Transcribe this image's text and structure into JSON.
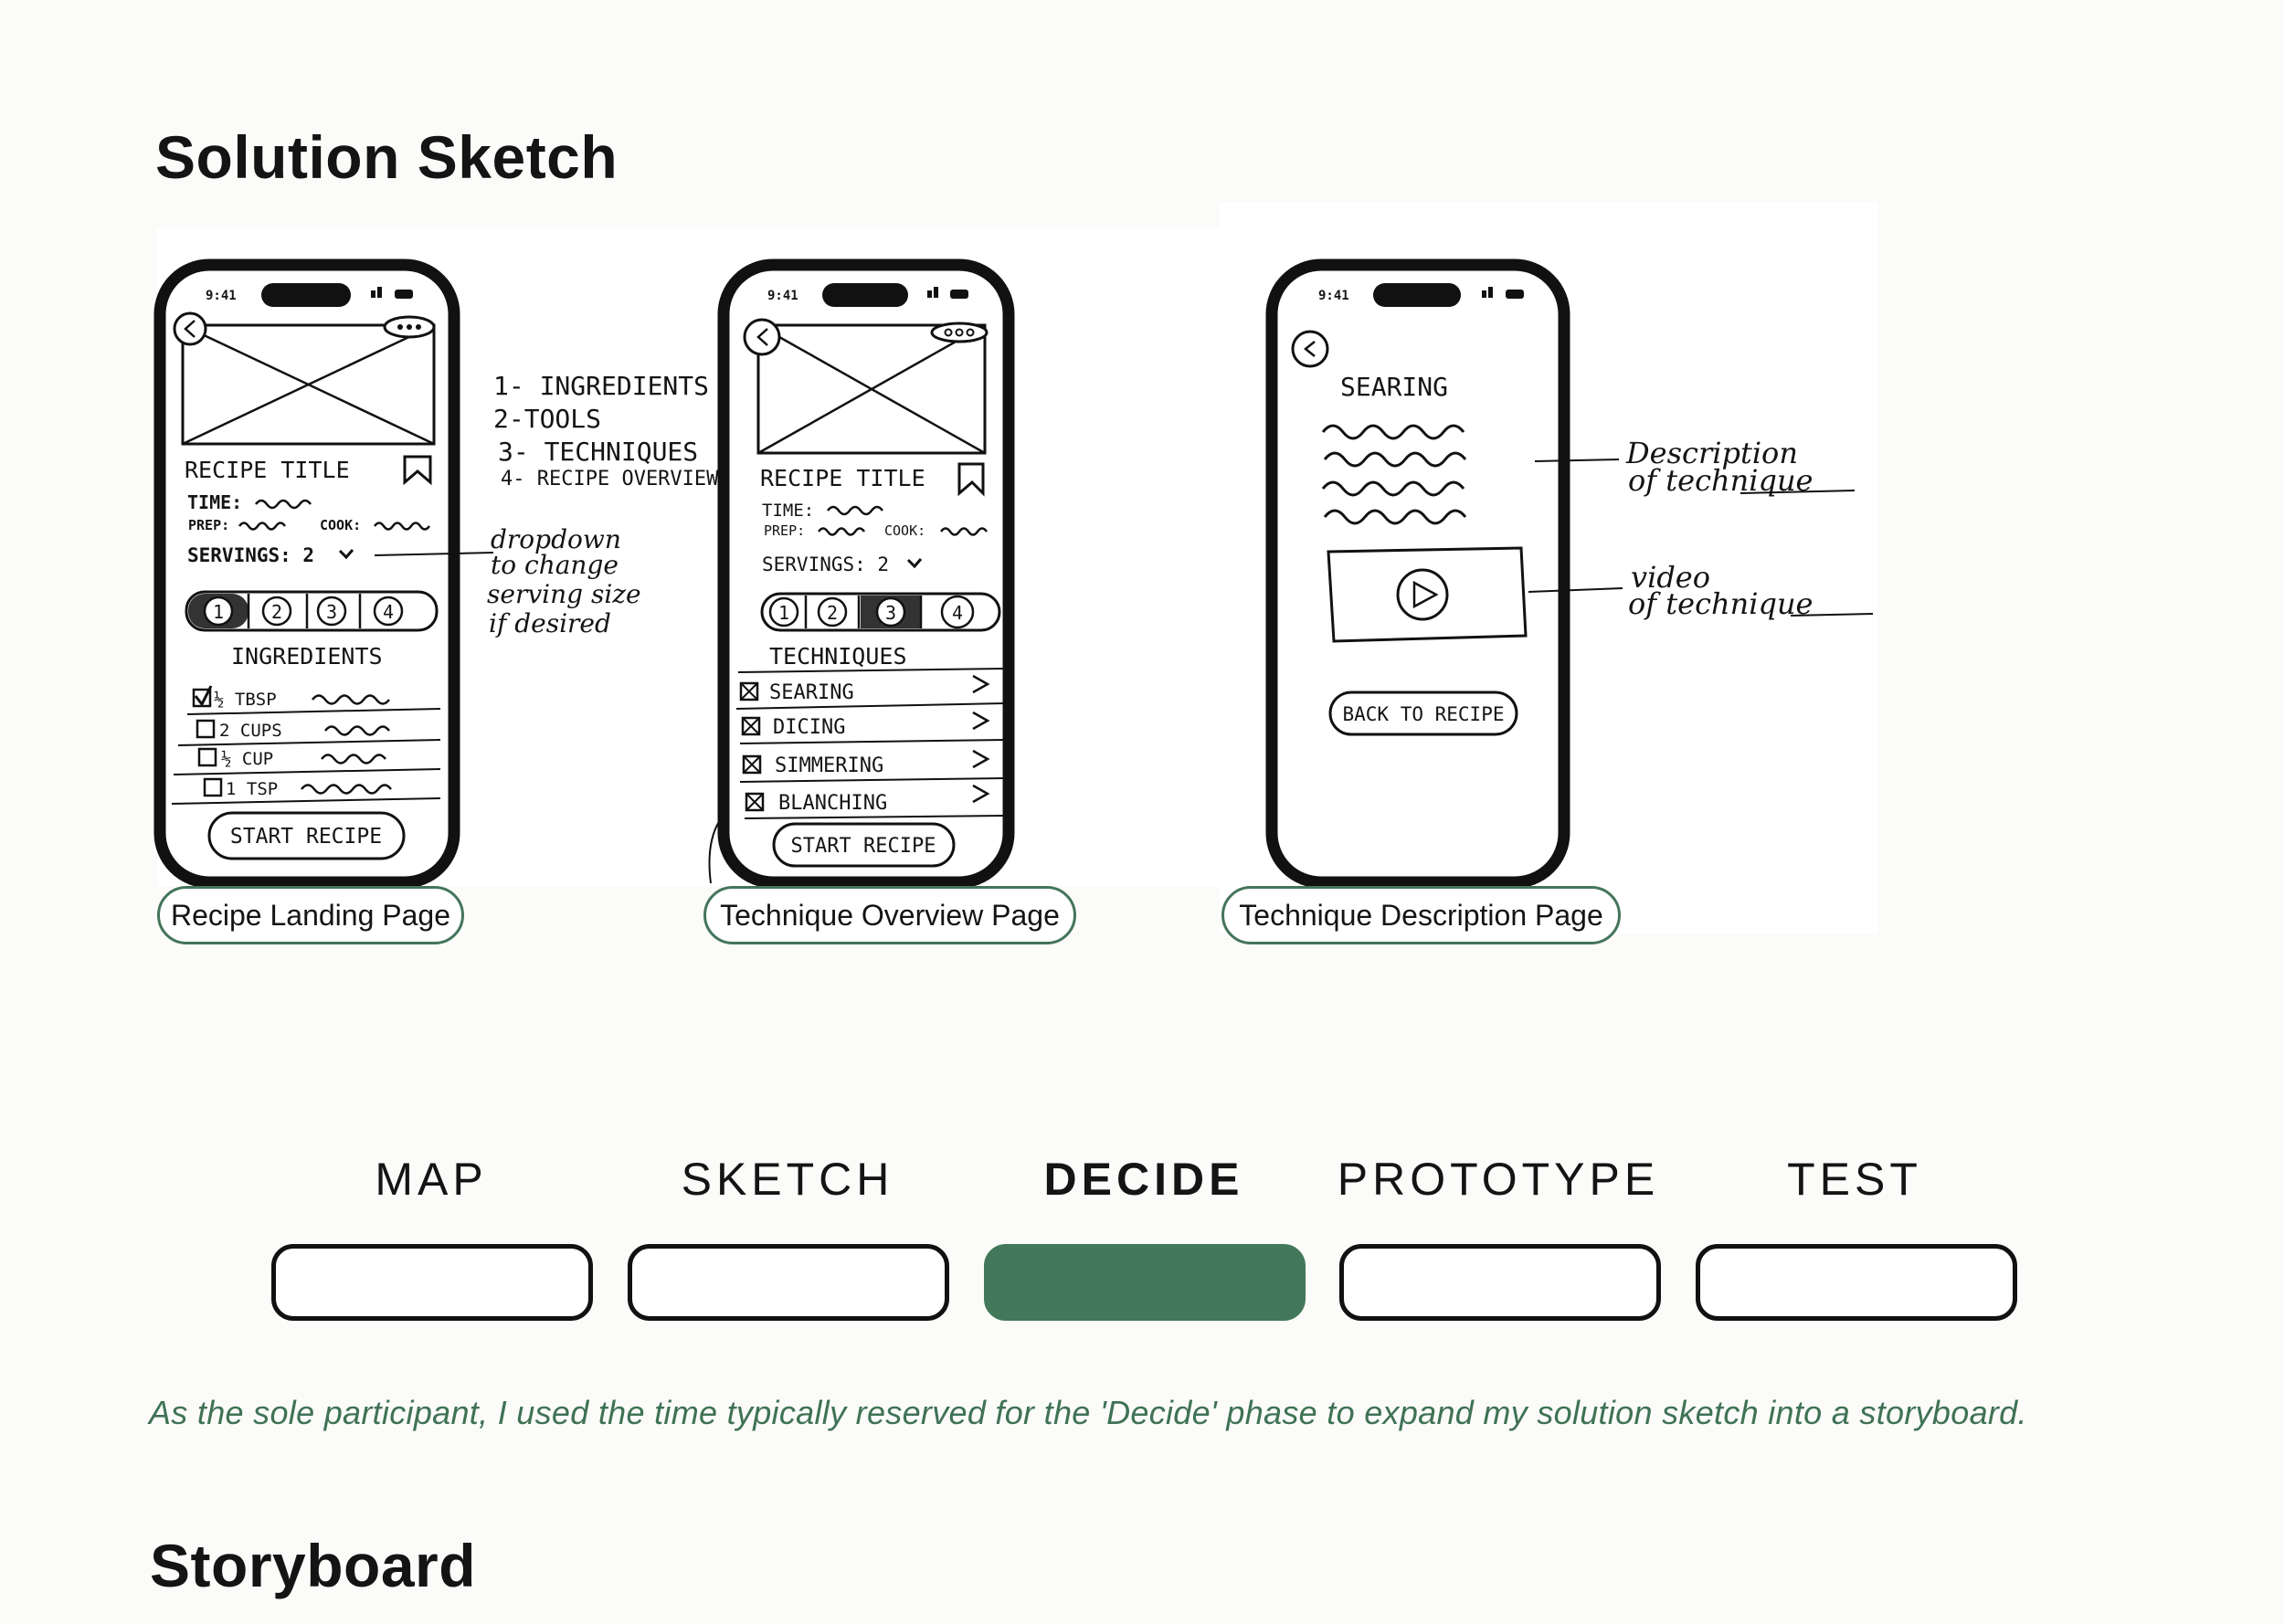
{
  "section_title": "Solution Sketch",
  "storyboard_title": "Storyboard",
  "sketches": [
    {
      "caption": "Recipe Landing Page",
      "status_time": "9:41",
      "recipe_title": "RECIPE TITLE",
      "time_label": "TIME:",
      "prep_label": "PREP:",
      "cook_label": "COOK:",
      "servings_label": "SERVINGS: 2",
      "tabs": [
        "1",
        "2",
        "3",
        "4"
      ],
      "section_heading": "INGREDIENTS",
      "items": [
        "½ TBSP",
        "2 CUPS",
        "½ CUP",
        "1 TSP"
      ],
      "button_label": "START RECIPE",
      "annotation_list": [
        "1- INGREDIENTS",
        "2-TOOLS",
        "3- TECHNIQUES",
        "4- RECIPE OVERVIEW"
      ],
      "annotation_dropdown": [
        "dropdown",
        "to change",
        "serving size",
        "if desired"
      ]
    },
    {
      "caption": "Technique Overview Page",
      "status_time": "9:41",
      "recipe_title": "RECIPE TITLE",
      "time_label": "TIME:",
      "prep_label": "PREP:",
      "cook_label": "COOK:",
      "servings_label": "SERVINGS: 2",
      "tabs": [
        "1",
        "2",
        "3",
        "4"
      ],
      "section_heading": "TECHNIQUES",
      "items": [
        "SEARING",
        "DICING",
        "SIMMERING",
        "BLANCHING"
      ],
      "button_label": "START RECIPE"
    },
    {
      "caption": "Technique Description Page",
      "status_time": "9:41",
      "heading": "SEARING",
      "button_label": "BACK TO RECIPE",
      "annotation_description": [
        "Description",
        "of technique"
      ],
      "annotation_video": [
        "video",
        "of technique"
      ]
    }
  ],
  "phases": [
    {
      "label": "MAP",
      "active": false
    },
    {
      "label": "SKETCH",
      "active": false
    },
    {
      "label": "DECIDE",
      "active": true
    },
    {
      "label": "PROTOTYPE",
      "active": false
    },
    {
      "label": "TEST",
      "active": false
    }
  ],
  "colors": {
    "accent": "#43785a",
    "note": "#3f7255",
    "caption_border": "#44755a"
  },
  "note": "As the sole participant, I used the time typically reserved for the 'Decide' phase to expand my solution sketch into a storyboard."
}
